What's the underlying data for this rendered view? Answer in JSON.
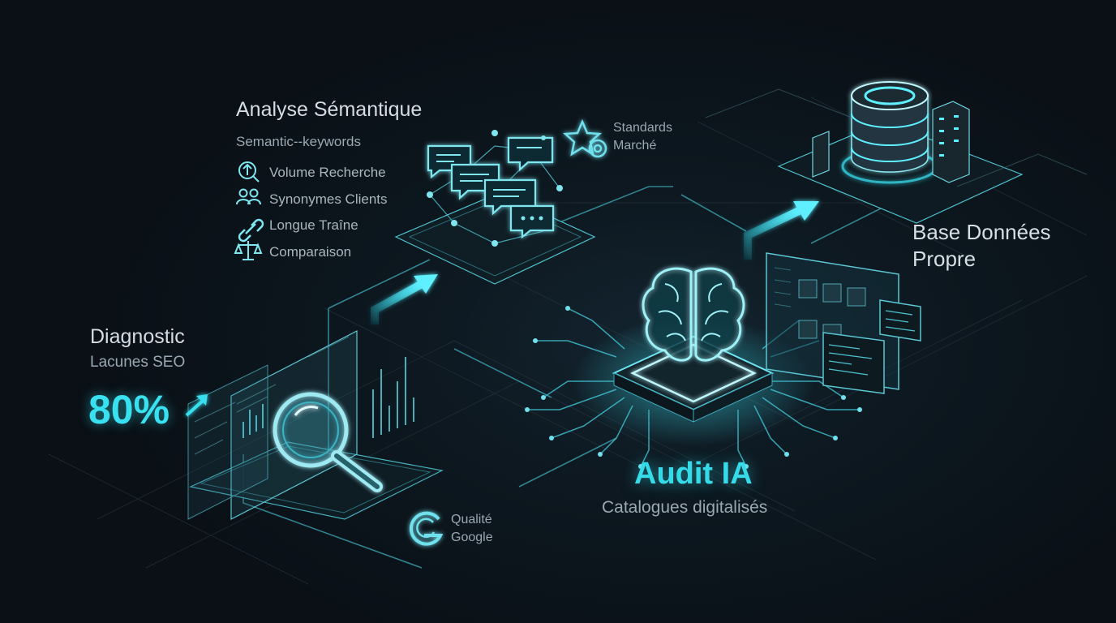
{
  "colors": {
    "accent": "#39e0ef",
    "glow": "#1fb7c8",
    "background": "#0b121a",
    "text": "#d3dde3",
    "muted": "#9aa8b2"
  },
  "semantic": {
    "title": "Analyse Sémantique",
    "subtitle": "Semantic--keywords",
    "items": [
      {
        "icon": "volume-arrow-icon",
        "label": "Volume Recherche"
      },
      {
        "icon": "users-icon",
        "label": "Synonymes Clients"
      },
      {
        "icon": "link-icon",
        "label": "Longue Traîne"
      },
      {
        "icon": "scale-icon",
        "label": "Comparaison"
      }
    ]
  },
  "standards": {
    "icon": "star-target-icon",
    "line1": "Standards",
    "line2": "Marché"
  },
  "diagnostic": {
    "title": "Diagnostic",
    "subtitle": "Lacunes SEO",
    "value": "80%",
    "icon": "trend-arrow-icon"
  },
  "google": {
    "icon": "google-icon",
    "line1": "Qualité",
    "line2": "Google"
  },
  "audit": {
    "title": "Audit IA",
    "subtitle": "Catalogues digitalisés",
    "icon": "brain-chip-icon"
  },
  "database": {
    "line1": "Base Données",
    "line2": "Propre",
    "icon": "database-icon"
  }
}
